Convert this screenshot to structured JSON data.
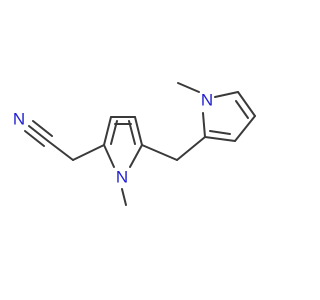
{
  "molecule": {
    "atoms": {
      "nitrile_n": {
        "label": "N",
        "color": "#1f1fd0"
      },
      "ring1_n": {
        "label": "N",
        "color": "#1f1fd0"
      },
      "ring2_n": {
        "label": "N",
        "color": "#1f1fd0"
      }
    },
    "colors": {
      "bond": "#3a3a3a",
      "nitrogen": "#1f1fd0",
      "background": "#ffffff"
    }
  }
}
